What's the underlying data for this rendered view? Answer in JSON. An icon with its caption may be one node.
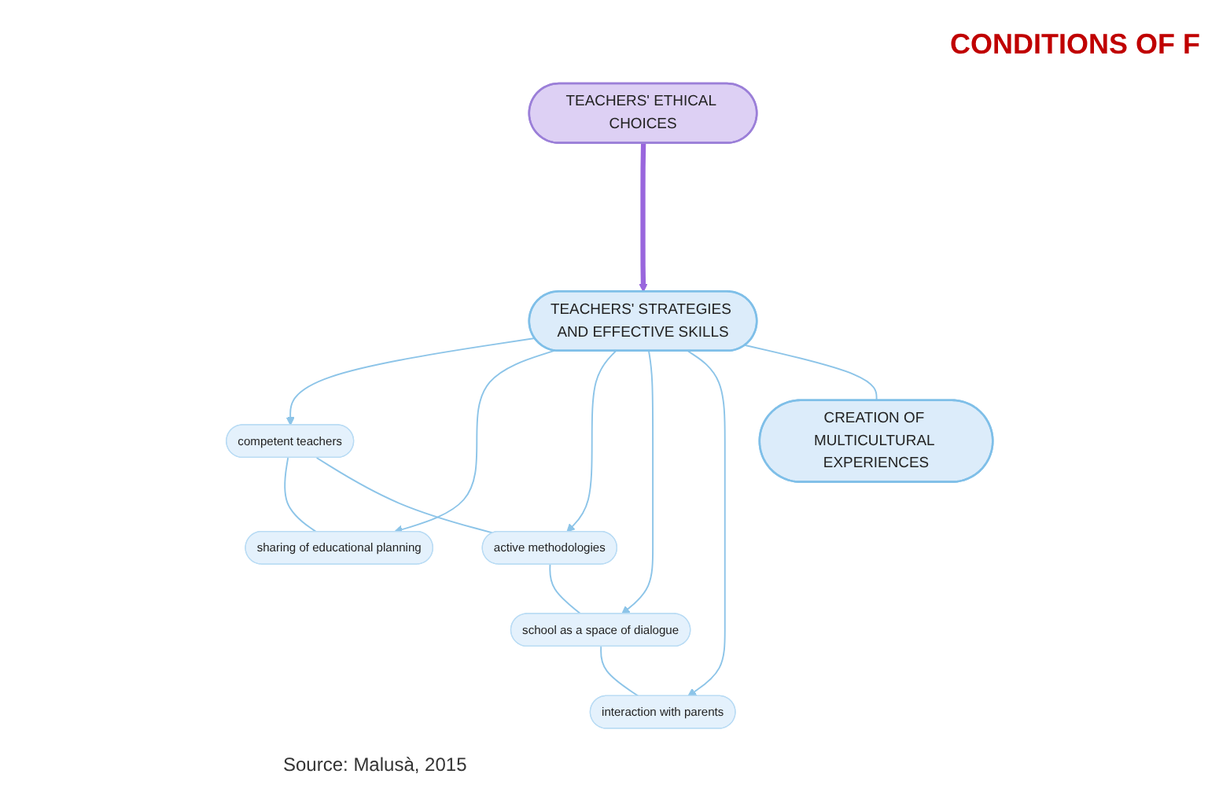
{
  "diagram": {
    "title": "CONDITIONS OF F",
    "caption": "Source: Malusà, 2015",
    "nodes": [
      {
        "text": [
          "TEACHERS' ETHICAL CHOICES"
        ]
      },
      {
        "text": [
          "competent teachers"
        ]
      },
      {
        "text": [
          "sharing of educational planning"
        ]
      },
      {
        "text": [
          "active methodologies"
        ]
      },
      {
        "text": [
          "TEACHERS' STRATEGIES AND EFFECTIVE SKILLS"
        ]
      },
      {
        "text": [
          "CREATION OF MULTICULTURAL EXPERIENCES"
        ]
      },
      {
        "text": [
          "school as a space of dialogue"
        ]
      },
      {
        "text": [
          "interaction with parents"
        ]
      }
    ],
    "edges": [
      {
        "from": 0,
        "to": 4,
        "arrow": "to",
        "style": "thick",
        "color": "#9966dd"
      },
      {
        "from": 4,
        "to": 1,
        "arrow": "to"
      },
      {
        "from": 4,
        "to": 2,
        "arrow": "to"
      },
      {
        "from": 4,
        "to": 3,
        "arrow": "to"
      },
      {
        "from": 4,
        "to": 6,
        "arrow": "to"
      },
      {
        "from": 4,
        "to": 7,
        "arrow": "to"
      },
      {
        "from": 4,
        "to": 5,
        "arrow": "none"
      },
      {
        "from": 1,
        "to": 2,
        "arrow": "none"
      },
      {
        "from": 1,
        "to": 3,
        "arrow": "none"
      },
      {
        "from": 3,
        "to": 6,
        "arrow": "none"
      },
      {
        "from": 6,
        "to": 7,
        "arrow": "none"
      }
    ]
  }
}
